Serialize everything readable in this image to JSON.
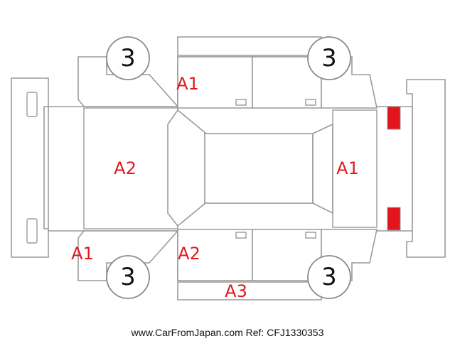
{
  "colors": {
    "damage_code": "#e0191d",
    "front_lamp": "#f3e600",
    "rear_lamp": "#e3141c",
    "outline": "#9a9a9a",
    "wheel_number": "#111111"
  },
  "wheels": {
    "front_left": "3",
    "rear_left": "3",
    "front_right": "3",
    "rear_right": "3"
  },
  "damage_codes": {
    "roof_top_edge": "A1",
    "hood": "A2",
    "rear_glass": "A1",
    "front_bumper_corner": "A1",
    "front_door_lower": "A2",
    "rocker_panel": "A3"
  },
  "footer_text": "www.CarFromJapan.com Ref: CFJ1330353"
}
